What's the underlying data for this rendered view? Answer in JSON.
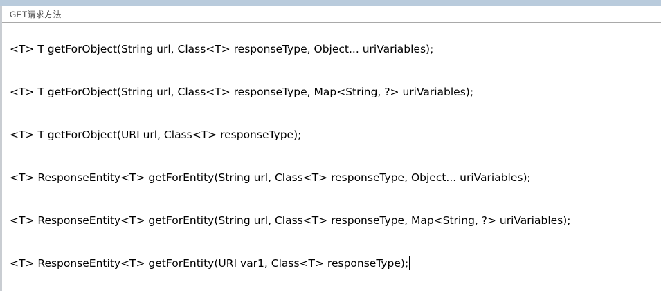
{
  "window": {
    "title": "GET请求方法",
    "accent_color": "#b9cbdc",
    "border_color": "#c9cdd2",
    "divider_color": "#a9a9a9",
    "text_color": "#000000",
    "title_color": "#4a4a4a",
    "background": "#ffffff"
  },
  "editor": {
    "lines": [
      "<T> T getForObject(String url, Class<T> responseType, Object... uriVariables);",
      "<T> T getForObject(String url, Class<T> responseType, Map<String, ?> uriVariables);",
      "<T> T getForObject(URI url, Class<T> responseType);",
      "<T> ResponseEntity<T> getForEntity(String url, Class<T> responseType, Object... uriVariables);",
      "<T> ResponseEntity<T> getForEntity(String url, Class<T> responseType, Map<String, ?> uriVariables);",
      "<T> ResponseEntity<T> getForEntity(URI var1, Class<T> responseType);"
    ],
    "caret_line_index": 5,
    "caret_visible": true
  }
}
